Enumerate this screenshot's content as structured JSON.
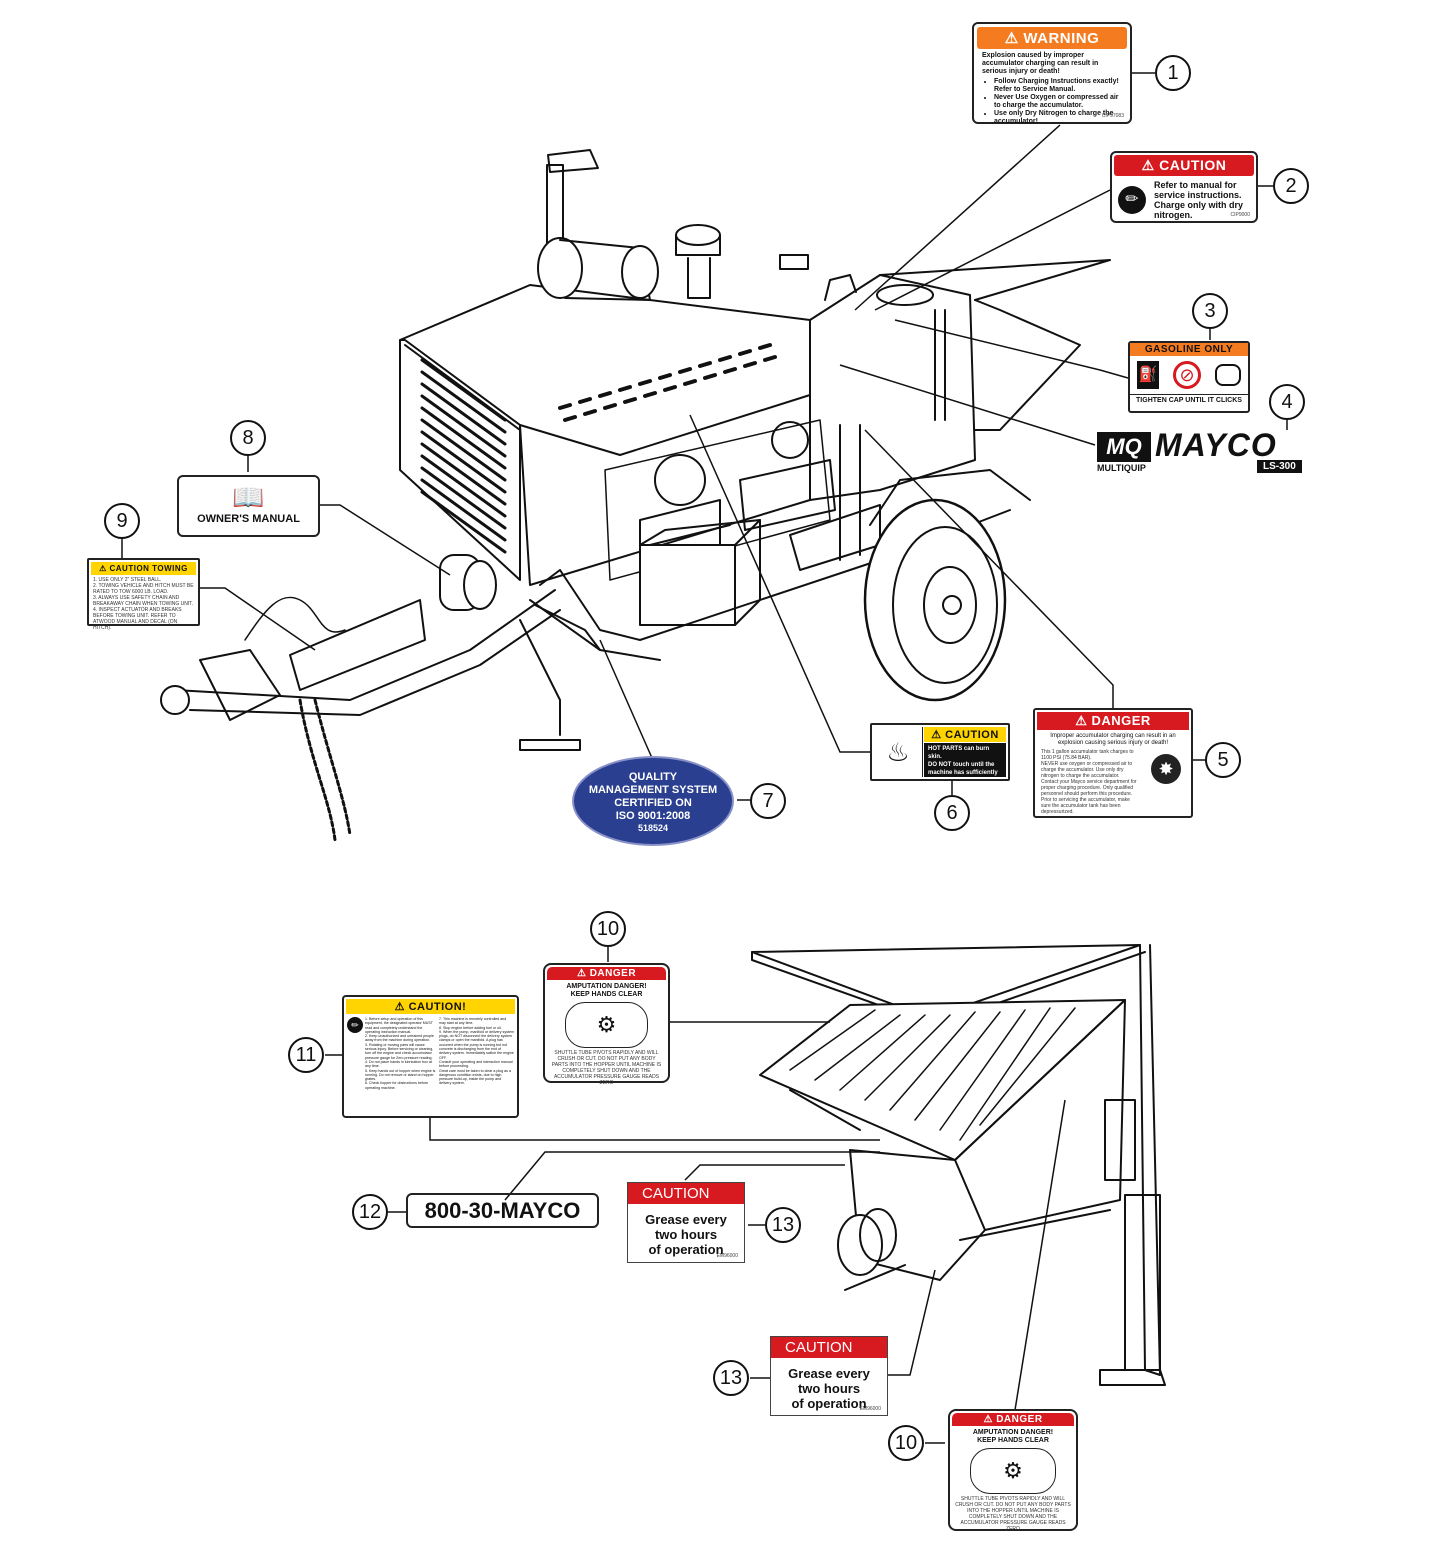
{
  "callouts": [
    "1",
    "2",
    "3",
    "4",
    "5",
    "6",
    "7",
    "8",
    "9",
    "10",
    "11",
    "12",
    "13",
    "13",
    "10"
  ],
  "decal_1": {
    "header": "WARNING",
    "intro": "Explosion caused by improper accumulator charging can result in serious injury or death!",
    "bullets": [
      "Follow Charging Instructions exactly! Refer to Service Manual.",
      "Never Use Oxygen or compressed air to charge the accumulator.",
      "Use only Dry Nitrogen to charge the accumulator!"
    ],
    "code": "CIP97083"
  },
  "decal_2": {
    "header": "CAUTION",
    "text": "Refer to manual for service instructions. Charge only with dry nitrogen.",
    "code": "CIP9000"
  },
  "decal_3": {
    "header": "GASOLINE ONLY",
    "footer": "TIGHTEN CAP UNTIL IT CLICKS"
  },
  "decal_4": {
    "logo_left": "MQ",
    "brand": "MAYCO",
    "sub_left": "MULTIQUIP",
    "model": "LS-300"
  },
  "decal_5": {
    "header": "DANGER",
    "lines": [
      "Improper accumulator charging can result in an explosion causing serious injury or death!",
      "This 1 gallon accumulator tank charges to 1100 PSI (75.84 BAR).",
      "NEVER use oxygen or compressed air to charge the accumulator. Use only dry nitrogen to charge the accumulator.",
      "Contact your Mayco service department for proper charging procedure. Only qualified personnel should perform this procedure.",
      "Prior to servicing the accumulator, make sure the accumulator tank has been depressurized."
    ]
  },
  "decal_6": {
    "header": "CAUTION",
    "text1": "HOT PARTS can burn skin.",
    "text2": "DO NOT touch until the machine has sufficiently"
  },
  "decal_7": {
    "lines": [
      "QUALITY",
      "MANAGEMENT SYSTEM",
      "CERTIFIED ON",
      "ISO 9001:2008",
      "518524"
    ]
  },
  "decal_8": {
    "text": "OWNER'S MANUAL"
  },
  "decal_9": {
    "header": "CAUTION TOWING",
    "items": [
      "1. USE ONLY 2\" STEEL BALL.",
      "2. TOWING VEHICLE AND HITCH MUST BE RATED TO TOW 6000 LB. LOAD.",
      "3. ALWAYS USE SAFETY CHAIN AND BREAKAWAY CHAIN WHEN TOWING UNIT.",
      "4. INSPECT ACTUATOR AND BREAKS BEFORE TOWING UNIT. REFER TO ATWOOD MANUAL AND DECAL (ON HITCH)."
    ]
  },
  "decal_10": {
    "header": "DANGER",
    "title": "AMPUTATION DANGER! KEEP HANDS CLEAR",
    "text": "SHUTTLE TUBE PIVOTS RAPIDLY AND WILL CRUSH OR CUT. DO NOT PUT ANY BODY PARTS INTO THE HOPPER UNTIL MACHINE IS COMPLETELY SHUT DOWN AND THE ACCUMULATOR PRESSURE GAUGE READS ZERO"
  },
  "decal_11": {
    "header": "CAUTION!",
    "left": [
      "1. Before setup and operation of this equipment, the designated operator MUST read and completely understand the operating instruction manual.",
      "2. Keep unauthorized and untrained people away from the machine during operation.",
      "3. Rotating or moving parts will cause serious injury. Before servicing or cleaning, turn off the engine and check accumulator pressure gauge for Zero pressure reading.",
      "4. Do not place hands in lubrication box at any time.",
      "5. Keep hands out of hopper when engine is running. Do not remove or stand on hopper grates.",
      "6. Check hopper for obstructions before operating machine."
    ],
    "right": [
      "7. This machine is remotely controlled and may start at any time.",
      "8. Stop engine before adding fuel or oil.",
      "9. When the pump, manifold or delivery system plugs, do NOT disconnect the delivery system clamps or open the manifold. A plug has occurred when the pump is running but not concrete is discharging from the end of delivery system. Immediately switch the engine OFF.",
      "Consult your operating and interaction manual before proceeding.",
      "Great care must be taken to clear a plug as a dangerous condition exists, due to high pressure build-up, inside the pump and delivery system."
    ]
  },
  "decal_12": {
    "text": "800-30-MAYCO"
  },
  "decal_13": {
    "header": "CAUTION",
    "lines": [
      "Grease every",
      "two hours",
      "of operation"
    ],
    "code": "EM96000"
  },
  "colors": {
    "warning_orange": "#f47b20",
    "caution_red": "#d71920",
    "danger_red": "#d71920",
    "caution_yellow": "#ffd400",
    "iso_blue": "#2a3f8f"
  }
}
